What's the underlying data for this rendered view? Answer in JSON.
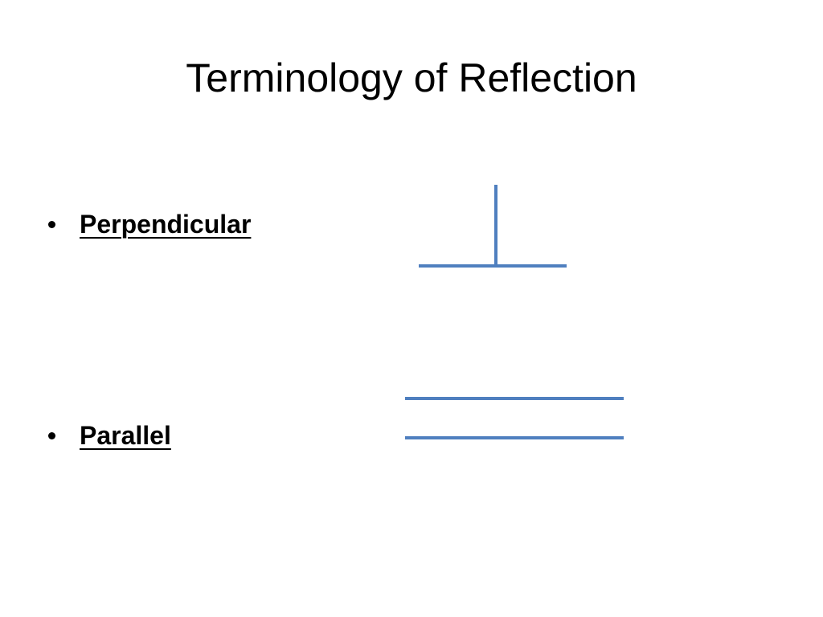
{
  "slide": {
    "title": "Terminology of Reflection",
    "bullets": [
      {
        "label": "Perpendicular"
      },
      {
        "label": "Parallel"
      }
    ]
  },
  "colors": {
    "line": "#4f7fbf",
    "text": "#000000",
    "background": "#ffffff"
  },
  "icons": {
    "perpendicular": "perpendicular-lines-icon",
    "parallel": "parallel-lines-icon"
  }
}
